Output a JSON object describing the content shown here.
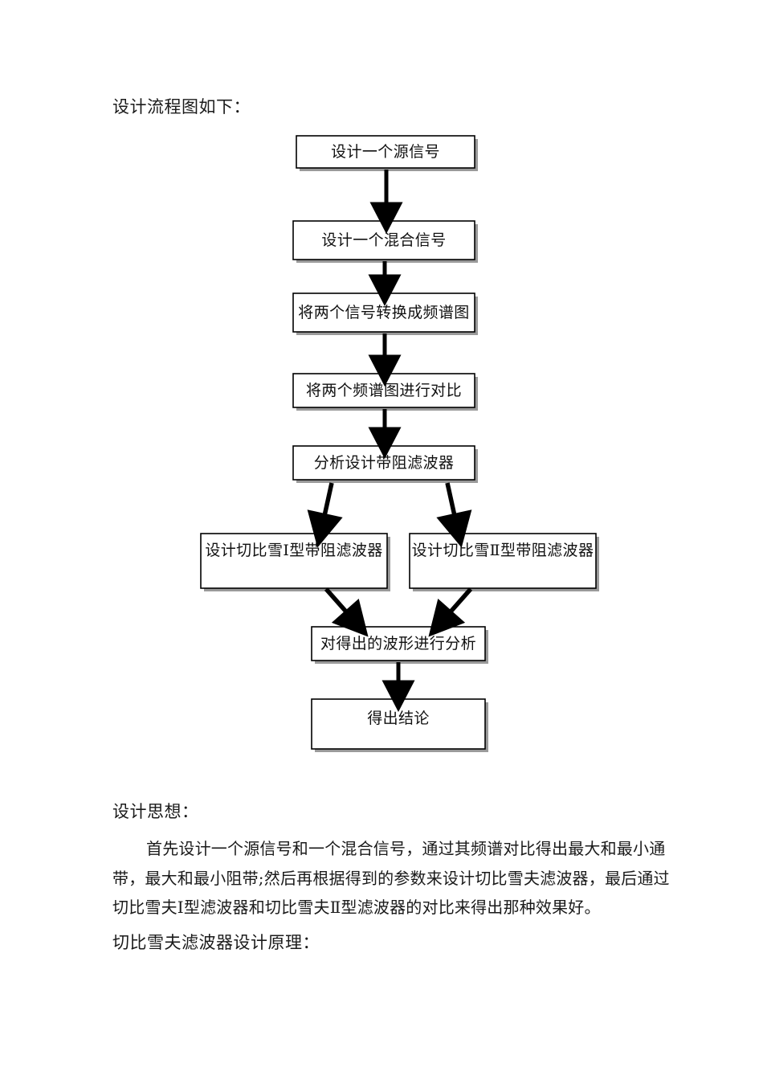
{
  "document": {
    "flow_heading": "设计流程图如下：",
    "idea_heading": "设计思想：",
    "principle_heading": "切比雪夫滤波器设计原理：",
    "idea_paragraph": {
      "line1": "首先设计一个源信号和一个混合信号，通过其频谱对比得出最大和最小通",
      "line2": "带，最大和最小阻带;然后再根据得到的参数来设计切比雪夫滤波器，最后通过",
      "line3": "切比雪夫Ⅰ型滤波器和切比雪夫Ⅱ型滤波器的对比来得出那种效果好。"
    }
  },
  "flowchart": {
    "type": "flowchart",
    "direction": "top-to-bottom",
    "nodes": [
      {
        "id": "n1",
        "label": "设计一个源信号"
      },
      {
        "id": "n2",
        "label": "设计一个混合信号"
      },
      {
        "id": "n3",
        "label": "将两个信号转换成频谱图"
      },
      {
        "id": "n4",
        "label": "将两个频谱图进行对比"
      },
      {
        "id": "n5",
        "label": "分析设计带阻滤波器"
      },
      {
        "id": "n6",
        "label": "设计切比雪Ⅰ型带阻滤波器"
      },
      {
        "id": "n7",
        "label": "设计切比雪Ⅱ型带阻滤波器"
      },
      {
        "id": "n8",
        "label": "对得出的波形进行分析"
      },
      {
        "id": "n9",
        "label": "得出结论"
      }
    ],
    "edges": [
      {
        "from": "n1",
        "to": "n2"
      },
      {
        "from": "n2",
        "to": "n3"
      },
      {
        "from": "n3",
        "to": "n4"
      },
      {
        "from": "n4",
        "to": "n5"
      },
      {
        "from": "n5",
        "to": "n6"
      },
      {
        "from": "n5",
        "to": "n7"
      },
      {
        "from": "n6",
        "to": "n8"
      },
      {
        "from": "n7",
        "to": "n8"
      },
      {
        "from": "n8",
        "to": "n9"
      }
    ],
    "colors": {
      "box_border": "#000000",
      "box_fill": "#ffffff",
      "box_shadow": "#9a9a9a",
      "arrow": "#000000"
    }
  }
}
